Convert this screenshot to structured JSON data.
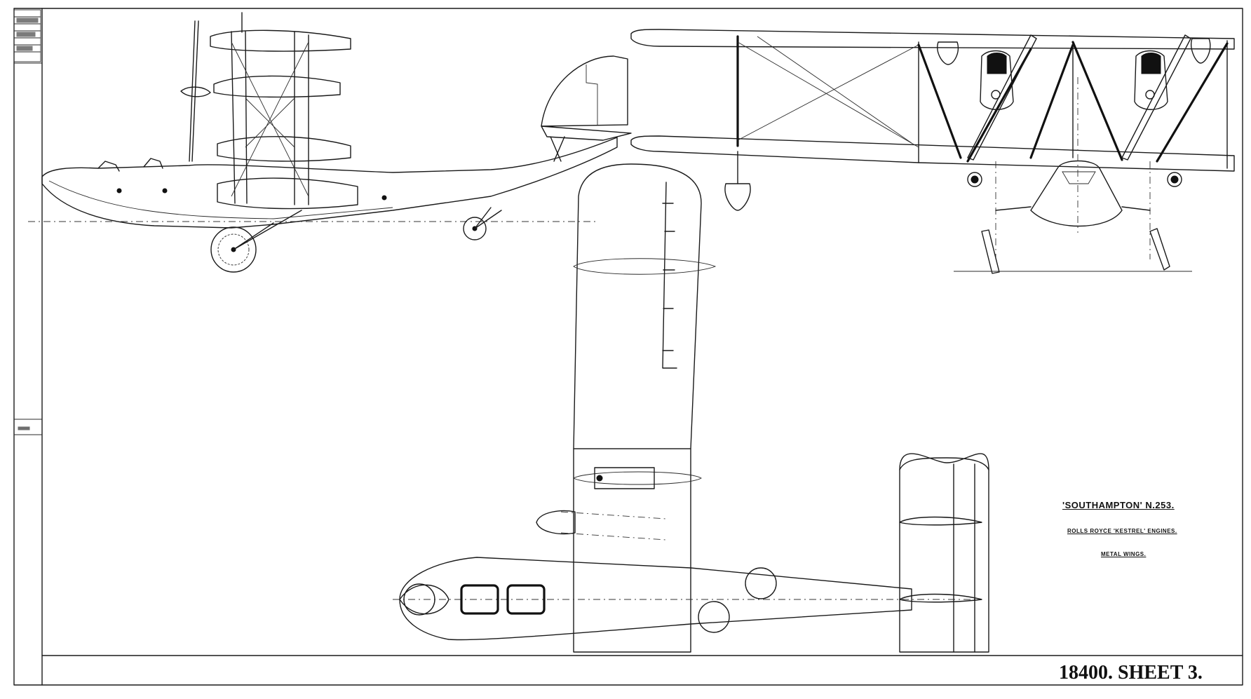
{
  "drawing": {
    "title": "'SOUTHAMPTON' N.253.",
    "engine_note": "ROLLS ROYCE 'KESTREL' ENGINES.",
    "wings_note": "METAL WINGS.",
    "sheet_number": "18400. SHEET 3."
  },
  "colors": {
    "paper": "#ffffff",
    "ink": "#1a1a1a"
  }
}
